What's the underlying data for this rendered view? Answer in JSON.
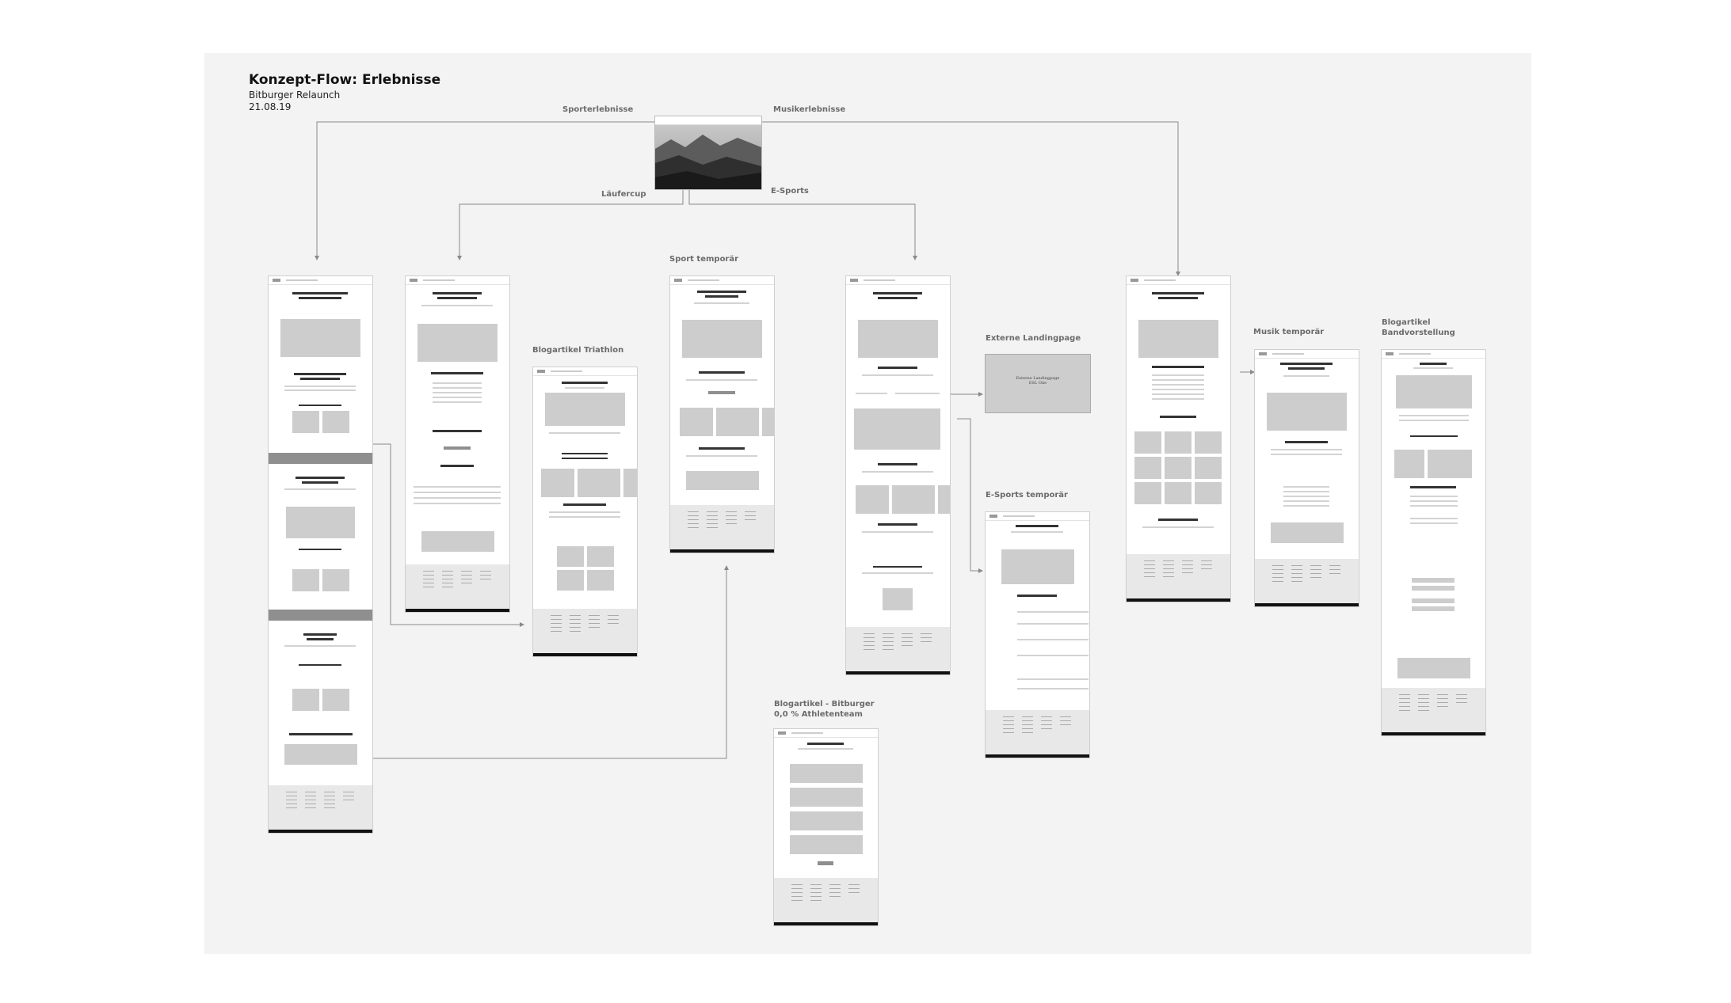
{
  "header": {
    "title": "Konzept-Flow: Erlebnisse",
    "project": "Bitburger Relaunch",
    "date": "21.08.19"
  },
  "labels": {
    "sporterlebnisse": "Sporterlebnisse",
    "musikerlebnisse": "Musikerlebnisse",
    "laeufercup": "Läufercup",
    "esports": "E-Sports",
    "sport_temporaer": "Sport temporär",
    "blog_triathlon": "Blogartikel Triathlon",
    "externe_landingpage": "Externe Landingpage",
    "musik_temporaer": "Musik temporär",
    "blog_bandvorstellung_1": "Blogartikel",
    "blog_bandvorstellung_2": "Bandvorstellung",
    "esports_temporaer": "E-Sports temporär",
    "blog_athletenteam_1": "Blogartikel - Bitburger",
    "blog_athletenteam_2": "0,0 % Athletenteam"
  },
  "external_landing": {
    "line1": "Externe Landingpage",
    "line2": "ESL One"
  },
  "colors": {
    "board": "#f3f3f3",
    "connector": "#8a8a8a",
    "placeholder": "#cdcdcd",
    "footer": "#e8e8e8"
  }
}
